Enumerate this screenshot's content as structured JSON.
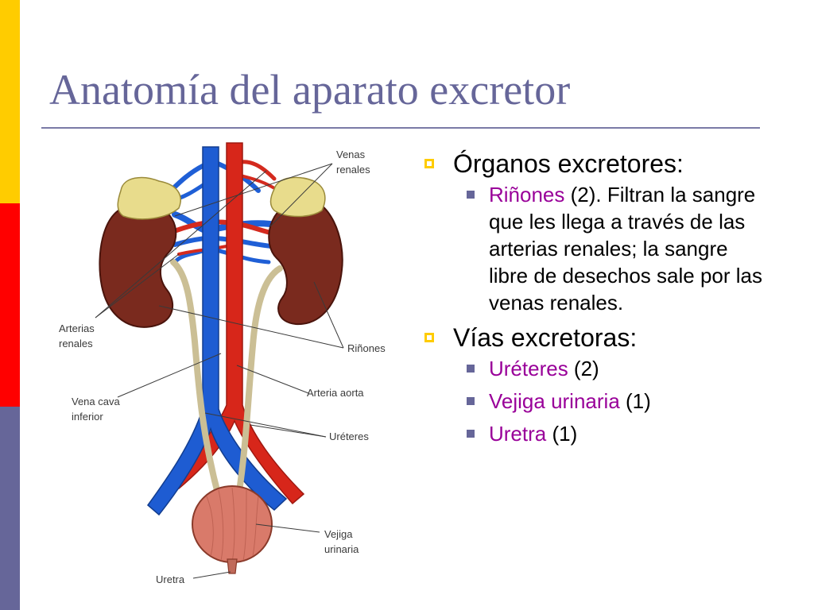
{
  "slide": {
    "title": "Anatomía del aparato excretor",
    "colors": {
      "accent": "#666699",
      "bar_yellow": "#ffcc00",
      "bar_red": "#ff0000",
      "bar_blue": "#666699",
      "highlight": "#990099"
    }
  },
  "diagram": {
    "labels": {
      "venas_renales_1": "Venas",
      "venas_renales_2": "renales",
      "arterias_renales_1": "Arterias",
      "arterias_renales_2": "renales",
      "rinones": "Riñones",
      "vena_cava_1": "Vena cava",
      "vena_cava_2": "inferior",
      "arteria_aorta": "Arteria aorta",
      "ureteres": "Uréteres",
      "vejiga_1": "Vejiga",
      "vejiga_2": "urinaria",
      "uretra": "Uretra"
    }
  },
  "bullets": {
    "organos": {
      "heading": "Órganos excretores:",
      "rinones": {
        "term": "Riñones",
        "rest": " (2). Filtran la sangre que les llega a través de las arterias renales; la sangre libre de desechos sale por las venas renales."
      }
    },
    "vias": {
      "heading": "Vías excretoras:",
      "ureteres": {
        "term": "Uréteres",
        "rest": " (2)"
      },
      "vejiga": {
        "term": "Vejiga urinaria",
        "rest": " (1)"
      },
      "uretra": {
        "term": "Uretra",
        "rest": " (1)"
      }
    }
  }
}
